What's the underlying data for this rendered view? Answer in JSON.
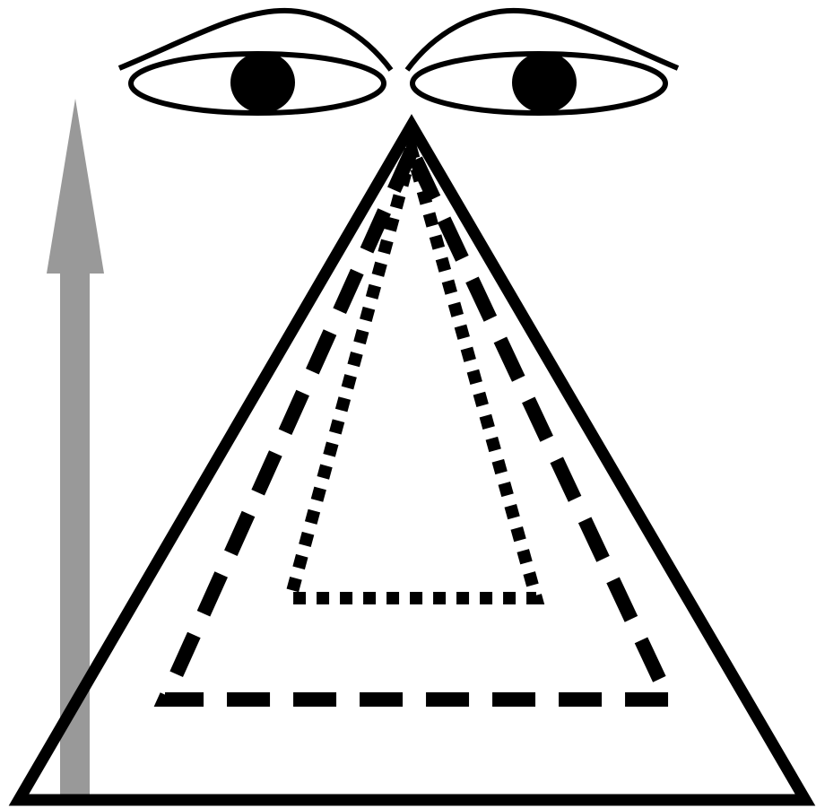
{
  "diagram": {
    "kind": "pyramid-with-eyes",
    "colors": {
      "background": "#ffffff",
      "stroke": "#000000",
      "arrow": "#999999"
    },
    "arrow_direction": "up",
    "eyes": [
      {
        "name": "left-eye"
      },
      {
        "name": "right-eye"
      }
    ],
    "triangles": [
      {
        "name": "outer-triangle",
        "line_style": "solid"
      },
      {
        "name": "middle-triangle",
        "line_style": "dashed"
      },
      {
        "name": "inner-triangle",
        "line_style": "dotted"
      }
    ]
  }
}
